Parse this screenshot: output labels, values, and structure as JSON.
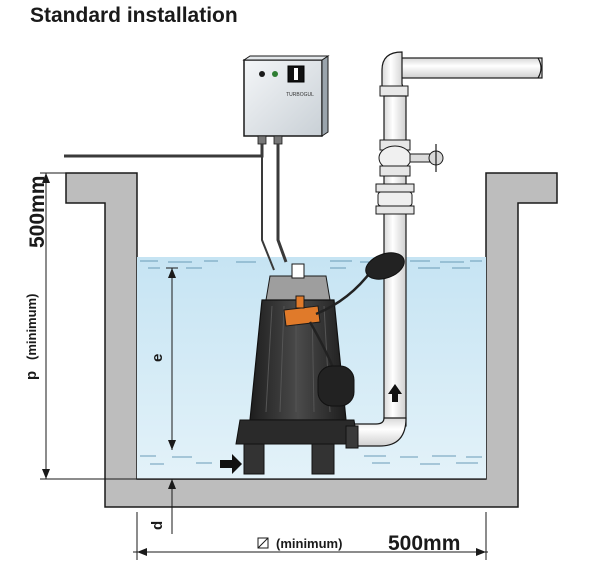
{
  "title": "Standard installation",
  "dimensions": {
    "depth_value": "500mm",
    "depth_prefix": "p",
    "depth_qualifier": "(minimum)",
    "e_label": "e",
    "d_label": "d",
    "width_qualifier": "(minimum)",
    "width_value": "500mm"
  },
  "control_box": {
    "brand_text": "TURBOGUL"
  },
  "colors": {
    "water": "#d4ecf7",
    "wall": "#bdbdbd",
    "pump": "#2f2f2f",
    "float_switch": "#e07a2a",
    "pipe": "#f4f4f4",
    "outline": "#1a1a1a"
  }
}
